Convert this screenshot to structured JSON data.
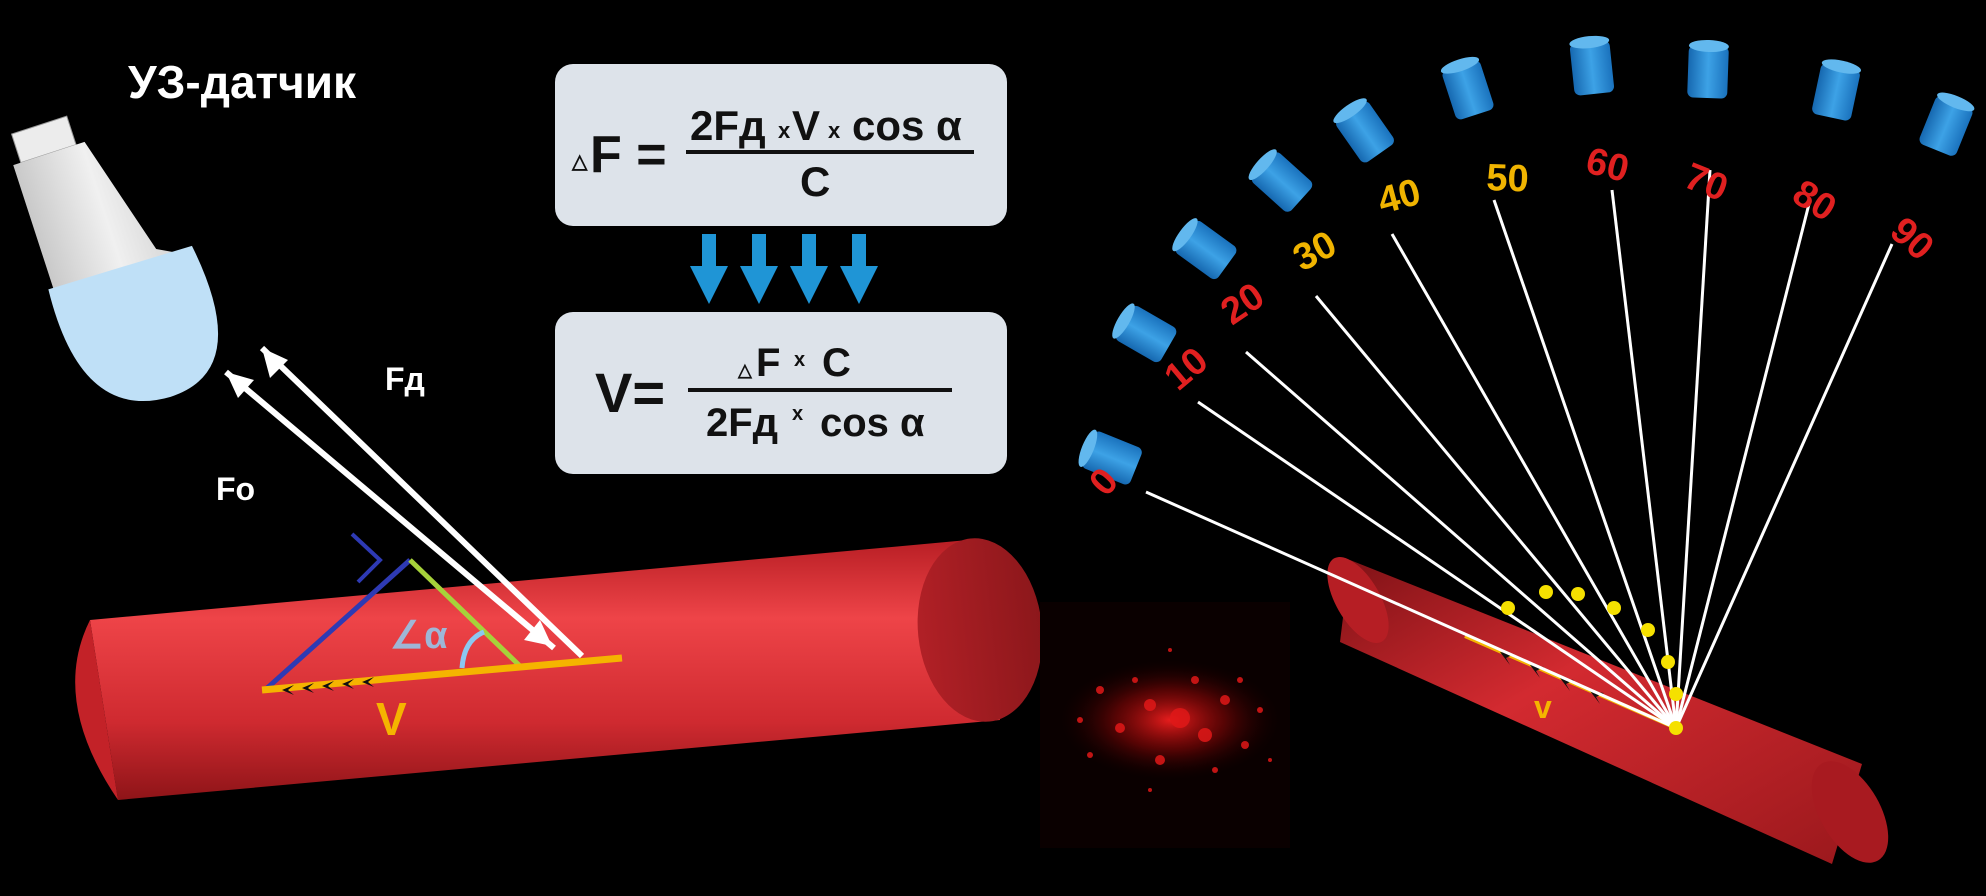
{
  "title": "УЗ-датчик",
  "labels": {
    "fd": "Fд",
    "fo": "Fо",
    "alpha": "∠α",
    "v_left": "V",
    "v_right": "v"
  },
  "formula_top": {
    "lhs_delta": "△",
    "lhs": "F =",
    "num_a": "2Fд",
    "num_x1": "x",
    "num_b": "V",
    "num_x2": "x",
    "num_c": "cos α",
    "den": "C"
  },
  "formula_bottom": {
    "lhs": "V=",
    "num_delta": "△",
    "num_a": "F",
    "num_x": "x",
    "num_b": "C",
    "den_a": "2Fд",
    "den_x": "x",
    "den_b": "cos α"
  },
  "angles": [
    {
      "label": "0",
      "color": "#e02020"
    },
    {
      "label": "10",
      "color": "#e02020"
    },
    {
      "label": "20",
      "color": "#e02020"
    },
    {
      "label": "30",
      "color": "#f0b400"
    },
    {
      "label": "40",
      "color": "#f0b400"
    },
    {
      "label": "50",
      "color": "#f0b400"
    },
    {
      "label": "60",
      "color": "#e02020"
    },
    {
      "label": "70",
      "color": "#e02020"
    },
    {
      "label": "80",
      "color": "#e02020"
    },
    {
      "label": "90",
      "color": "#e02020"
    }
  ],
  "colors": {
    "vessel": "#d42a30",
    "formula_box": "#dde3ea",
    "arrow_blue": "#1f95d6",
    "probe_tip": "#1f7fc8",
    "velocity": "#f5b400"
  }
}
